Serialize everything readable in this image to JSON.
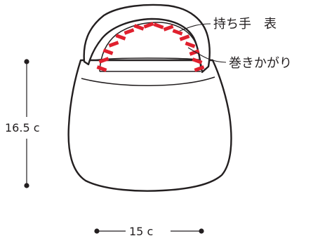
{
  "labels": {
    "handle_front": "持ち手　表",
    "whip_stitch": "巻きかがり",
    "height": "16.5 c",
    "width": "15 c"
  },
  "colors": {
    "outline": "#231f20",
    "stitch": "#e0202e"
  }
}
